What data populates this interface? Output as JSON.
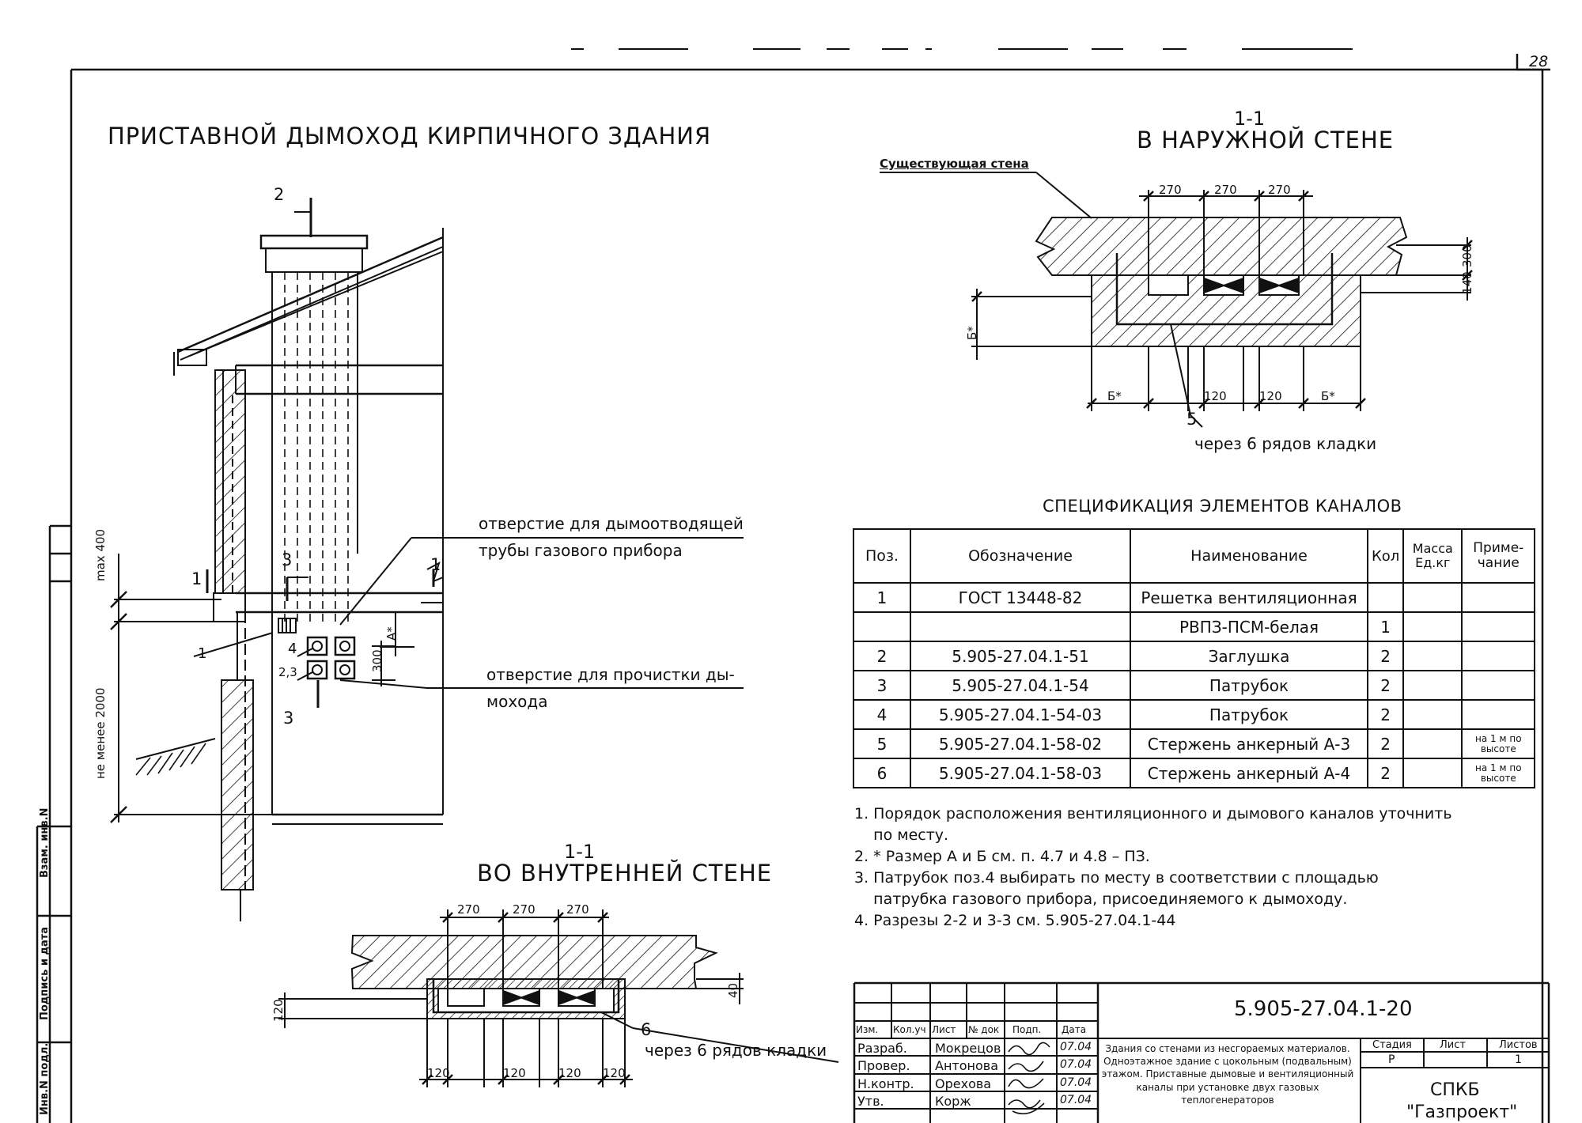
{
  "sheet": {
    "page_number": "28",
    "main_title": "ПРИСТАВНОЙ ДЫМОХОД КИРПИЧНОГО ЗДАНИЯ",
    "section_outer_mark": "1-1",
    "section_outer_title": "В НАРУЖНОЙ СТЕНЕ",
    "section_inner_mark": "1-1",
    "section_inner_title": "ВО ВНУТРЕННЕЙ СТЕНЕ",
    "existing_wall": "Существующая стена",
    "callout_1a": "отверстие для дымоотводящей",
    "callout_1b": "трубы газового прибора",
    "callout_2a": "отверстие для прочистки ды-",
    "callout_2b": "мохода",
    "through_rows": "через 6 рядов кладки",
    "through_rows_2": "через 6 рядов кладки"
  },
  "dims": {
    "d270": "270",
    "d120": "120",
    "d300": "300",
    "d140": "140",
    "d40": "40",
    "b_star": "Б*",
    "a_star": "А*",
    "max400": "max 400",
    "min2000": "не менее 2000",
    "ne_menee": "не менее 2000"
  },
  "marks": {
    "m1": "1",
    "m2": "2",
    "m3": "3",
    "m4": "4",
    "m5": "5",
    "m6": "6",
    "m23": "2,3"
  },
  "spec": {
    "title": "СПЕЦИФИКАЦИЯ ЭЛЕМЕНТОВ КАНАЛОВ",
    "headers": [
      "Поз.",
      "Обозначение",
      "Наименование",
      "Кол",
      "Масса Ед.кг",
      "Приме- чание"
    ],
    "rows": [
      [
        "1",
        "ГОСТ 13448-82",
        "Решетка вентиляционная",
        "",
        "",
        ""
      ],
      [
        "",
        "",
        "РВПЗ-ПСМ-белая",
        "1",
        "",
        ""
      ],
      [
        "2",
        "5.905-27.04.1-51",
        "Заглушка",
        "2",
        "",
        ""
      ],
      [
        "3",
        "5.905-27.04.1-54",
        "Патрубок",
        "2",
        "",
        ""
      ],
      [
        "4",
        "5.905-27.04.1-54-03",
        "Патрубок",
        "2",
        "",
        ""
      ],
      [
        "5",
        "5.905-27.04.1-58-02",
        "Стержень анкерный А-3",
        "2",
        "",
        "на 1 м по высоте"
      ],
      [
        "6",
        "5.905-27.04.1-58-03",
        "Стержень анкерный А-4",
        "2",
        "",
        "на 1 м по высоте"
      ]
    ]
  },
  "notes": [
    "1. Порядок расположения вентиляционного и дымового каналов уточнить",
    "    по месту.",
    "2. * Размер А и Б см. п. 4.7 и 4.8 – ПЗ.",
    "3. Патрубок поз.4 выбирать по месту в соответствии с площадью",
    "    патрубка газового прибора, присоединяемого к дымоходу.",
    "4. Разрезы 2-2 и 3-3 см. 5.905-27.04.1-44"
  ],
  "stamp": {
    "code": "5.905-27.04.1-20",
    "header_cols": [
      "Изм.",
      "Кол.уч",
      "Лист",
      "№ док",
      "Подп.",
      "Дата"
    ],
    "people": [
      {
        "role": "Разраб.",
        "name": "Мокрецов",
        "date": "07.04"
      },
      {
        "role": "Провер.",
        "name": "Антонова",
        "date": "07.04"
      },
      {
        "role": "Н.контр.",
        "name": "Орехова",
        "date": "07.04"
      },
      {
        "role": "Утв.",
        "name": "Корж",
        "date": "07.04"
      }
    ],
    "description": "Здания со стенами из несгораемых материалов. Одноэтажное здание с цокольным (подвальным) этажом. Приставные дымовые и вентиляционный каналы при установке двух газовых теплогенераторов",
    "stage_label": "Стадия",
    "sheet_label": "Лист",
    "sheets_label": "Листов",
    "stage": "Р",
    "sheets": "1",
    "org1": "СПКБ",
    "org2": "\"Газпроект\""
  },
  "margin": {
    "inv_no": "Взам. инв.N",
    "sign_date": "Подпись и дата",
    "inv_orig": "Инв.N подл."
  }
}
